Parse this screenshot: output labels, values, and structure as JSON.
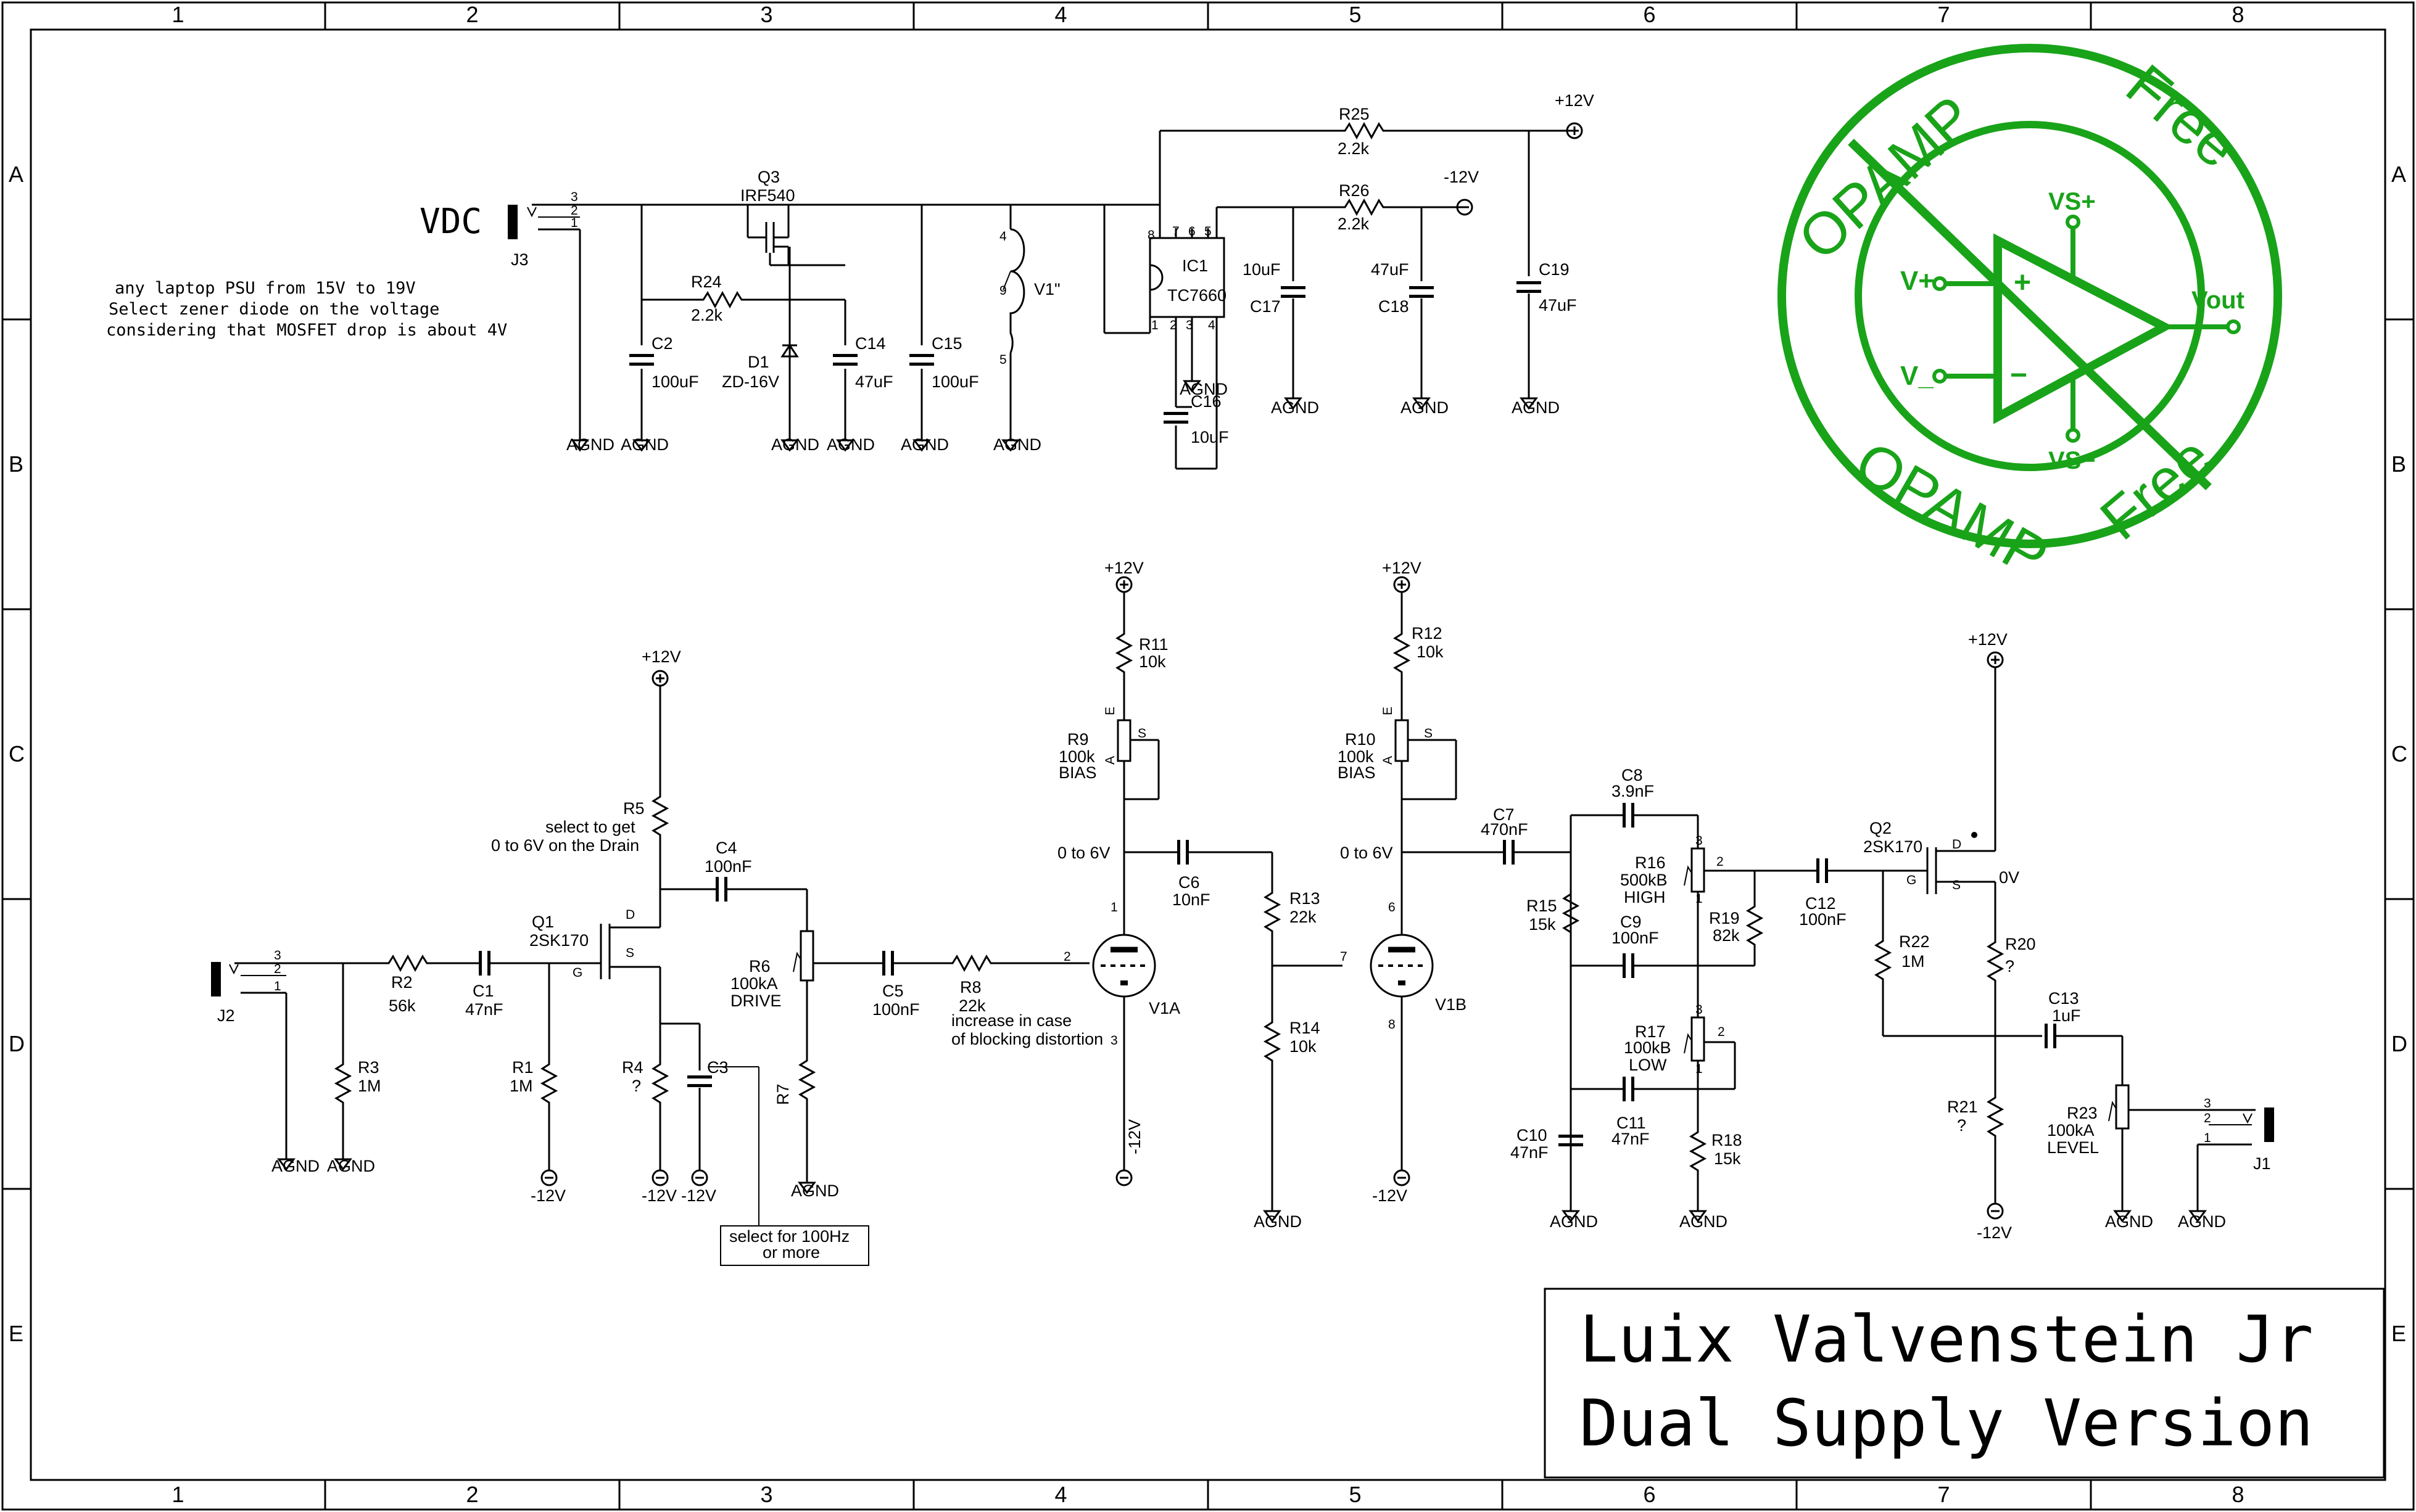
{
  "frame": {
    "columns": [
      "1",
      "2",
      "3",
      "4",
      "5",
      "6",
      "7",
      "8"
    ],
    "rows": [
      "A",
      "B",
      "C",
      "D",
      "E"
    ]
  },
  "title": {
    "line1": "Luix Valvenstein Jr",
    "line2": "Dual Supply Version"
  },
  "logo": {
    "top_text": "OPAMP",
    "top_text2": "Free",
    "bottom_text": "OPAMP",
    "bottom_text2": "Free",
    "vs_plus": "VS+",
    "vs_minus": "VS−",
    "v_plus": "V+",
    "v_minus": "V_",
    "vout": "Vout",
    "plus_sign": "+",
    "minus_sign": "−",
    "color": "#19a319"
  },
  "power": {
    "vdc_label": "VDC",
    "j3": "J3",
    "pins": [
      "3",
      "2",
      "1"
    ],
    "note": [
      "any laptop PSU from 15V to 19V",
      "Select zener diode on the voltage",
      "considering that MOSFET drop is about 4V"
    ],
    "q3": "Q3",
    "q3_type": "IRF540",
    "r24": "R24",
    "r24_val": "2.2k",
    "d1": "D1",
    "d1_val": "ZD-16V",
    "c2": "C2",
    "c2_val": "100uF",
    "c14": "C14",
    "c14_val": "47uF",
    "c15": "C15",
    "c15_val": "100uF",
    "v1": "V1\"",
    "v1_pins": [
      "4",
      "9",
      "5"
    ],
    "ic1": "IC1",
    "ic1_type": "TC7660",
    "ic1_pins": [
      "8",
      "7",
      "6",
      "5",
      "1",
      "2",
      "3",
      "4"
    ],
    "c16": "C16",
    "c16_val": "10uF",
    "c17": "C17",
    "c17_val": "10uF",
    "c18": "C18",
    "c18_val": "47uF",
    "c19": "C19",
    "c19_val": "47uF",
    "r25": "R25",
    "r25_val": "2.2k",
    "r26": "R26",
    "r26_val": "2.2k",
    "pos12": "+12V",
    "neg12": "-12V",
    "agnd": "AGND"
  },
  "input": {
    "j2": "J2",
    "pins": [
      "3",
      "2",
      "1"
    ],
    "r2": "R2",
    "r2_val": "56k",
    "c1": "C1",
    "c1_val": "47nF",
    "r3": "R3",
    "r3_val": "1M",
    "q1": "Q1",
    "q1_type": "2SK170",
    "r5": "R5",
    "r5_note1": "select to get",
    "r5_note2": "0 to 6V on the Drain",
    "r1": "R1",
    "r1_val": "1M",
    "r4": "R4",
    "r4_val": "?",
    "c3": "C3",
    "c3_note1": "select for 100Hz",
    "c3_note2": "or more",
    "c4": "C4",
    "c4_val": "100nF",
    "r6": "R6",
    "r6_val": "100kA",
    "r6_name": "DRIVE",
    "r7": "R7",
    "c5": "C5",
    "c5_val": "100nF",
    "r8": "R8",
    "r8_val": "22k",
    "r8_note1": "increase in case",
    "r8_note2": "of blocking distortion",
    "d": "D",
    "s": "S",
    "gate": "G"
  },
  "tubes": {
    "v1a": "V1A",
    "v1b": "V1B",
    "r11": "R11",
    "r11_val": "10k",
    "r12": "R12",
    "r12_val": "10k",
    "r9": "R9",
    "r9_val": "100k",
    "r9_name": "BIAS",
    "r10": "R10",
    "r10_val": "100k",
    "r10_name": "BIAS",
    "zero6": "0 to 6V",
    "c6": "C6",
    "c6_val": "10nF",
    "c7": "C7",
    "c7_val": "470nF",
    "r13": "R13",
    "r13_val": "22k",
    "r14": "R14",
    "r14_val": "10k",
    "pot_pins": [
      "A",
      "E",
      "S"
    ]
  },
  "tone": {
    "c8": "C8",
    "c8_val": "3.9nF",
    "r16": "R16",
    "r16_val": "500kB",
    "r16_name": "HIGH",
    "r15": "R15",
    "r15_val": "15k",
    "c9": "C9",
    "c9_val": "100nF",
    "r19": "R19",
    "r19_val": "82k",
    "r17": "R17",
    "r17_val": "100kB",
    "r17_name": "LOW",
    "c10": "C10",
    "c10_val": "47nF",
    "c11": "C11",
    "c11_val": "47nF",
    "r18": "R18",
    "r18_val": "15k",
    "c12": "C12",
    "c12_val": "100nF"
  },
  "output": {
    "q2": "Q2",
    "q2_type": "2SK170",
    "zero_v": "0V",
    "r22": "R22",
    "r22_val": "1M",
    "r20": "R20",
    "r20_val": "?",
    "r21": "R21",
    "r21_val": "?",
    "c13": "C13",
    "c13_val": "1uF",
    "r23": "R23",
    "r23_val": "100kA",
    "r23_name": "LEVEL",
    "j1": "J1"
  }
}
